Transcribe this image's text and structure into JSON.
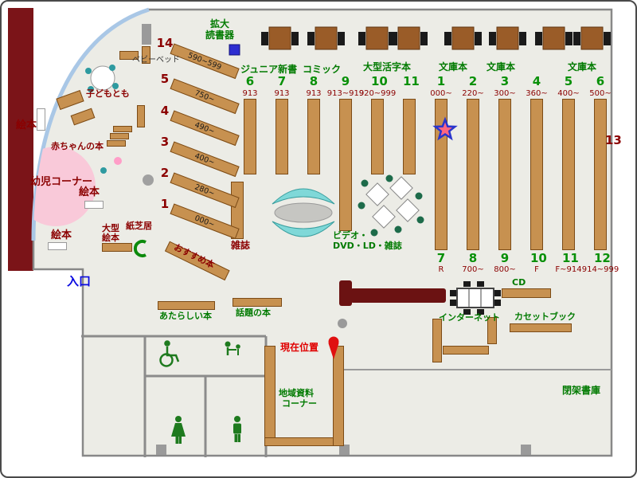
{
  "icons": {
    "magnifier_device": "blue-square-icon",
    "star_marker": "star-icon",
    "current_location_pin": "pin-icon",
    "wheelchair": "wheelchair-icon",
    "baby_room": "baby-icon",
    "mens_toilet": "man-icon",
    "womens_toilet": "woman-icon"
  },
  "top": {
    "magnifier_l1": "拡大",
    "magnifier_l2": "読書器",
    "junior": "ジュニア新書",
    "comic": "コミック",
    "large_print": "大型活字本",
    "bunko1": "文庫本",
    "bunko2": "文庫本",
    "bunko3": "文庫本"
  },
  "kids": {
    "ehon1": "絵本",
    "ehon2": "絵本",
    "ehon3": "絵本",
    "infant_corner": "幼児コーナー",
    "baby_books": "赤ちゃんの本",
    "kodomo": "子どもとも",
    "baby_bed": "ベビーベッド",
    "large_ehon_l1": "大型",
    "large_ehon_l2": "絵本",
    "kamishibai": "紙芝居"
  },
  "shelves": {
    "diagonal": [
      {
        "num": "14",
        "range": "590~599"
      },
      {
        "num": "5",
        "range": "750~"
      },
      {
        "num": "4",
        "range": "490~"
      },
      {
        "num": "3",
        "range": "400~"
      },
      {
        "num": "2",
        "range": "280~"
      },
      {
        "num": "1",
        "range": "000~"
      }
    ],
    "left_top": [
      {
        "num": "6",
        "range": "913"
      },
      {
        "num": "7",
        "range": "913"
      },
      {
        "num": "8",
        "range": "913"
      },
      {
        "num": "9",
        "range": "913~919"
      },
      {
        "num": "10",
        "range": "920~999"
      },
      {
        "num": "11",
        "range": ""
      }
    ],
    "right_top": [
      {
        "num": "1",
        "range": "000~"
      },
      {
        "num": "2",
        "range": "220~"
      },
      {
        "num": "3",
        "range": "300~"
      },
      {
        "num": "4",
        "range": "360~"
      },
      {
        "num": "5",
        "range": "400~"
      },
      {
        "num": "6",
        "range": "500~"
      }
    ],
    "right_bottom": [
      {
        "num": "7",
        "range": "R"
      },
      {
        "num": "8",
        "range": "700~"
      },
      {
        "num": "9",
        "range": "800~"
      },
      {
        "num": "10",
        "range": "F"
      },
      {
        "num": "11",
        "range": "F~914"
      },
      {
        "num": "12",
        "range": "914~999"
      }
    ],
    "magazines": "雑誌",
    "recommended": "おすすめ本",
    "thirteen": "13"
  },
  "center": {
    "video_l1": "ビデオ・",
    "video_l2": "DVD・LD・雑誌"
  },
  "south": {
    "entrance": "入口",
    "new_books": "あたらしい本",
    "topic_books": "話題の本",
    "current_location": "現在位置",
    "local_l1": "地域資料",
    "local_l2": "コーナー",
    "internet": "インターネット",
    "cd": "CD",
    "cassette": "カセットブック",
    "closed_stacks": "閉架書庫"
  }
}
